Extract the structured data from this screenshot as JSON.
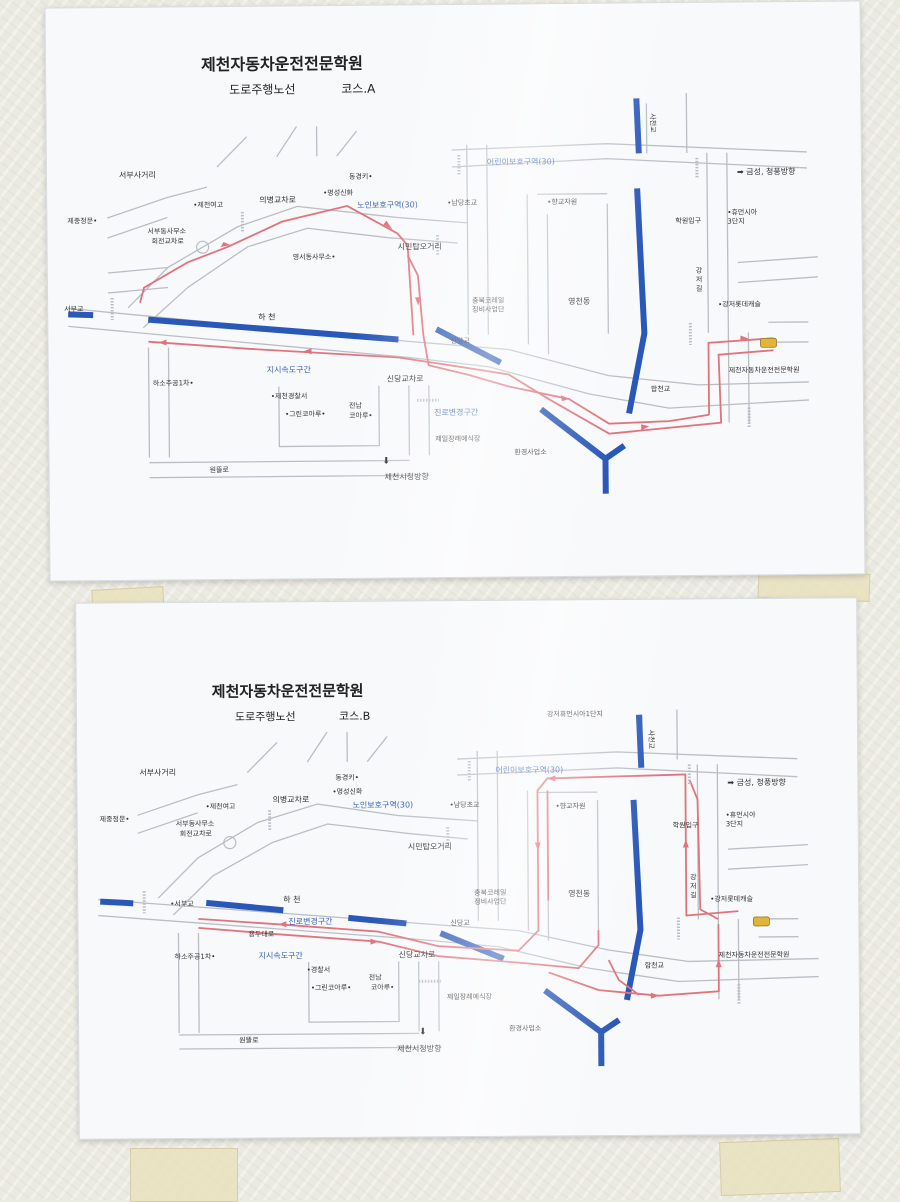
{
  "colors": {
    "road": "#b9bec5",
    "river": "#2a58b8",
    "route": "#e0737c",
    "wall": "#ebeae1",
    "sheet": "#f8f9fb"
  },
  "sheet_a": {
    "title": "제천자동차운전전문학원",
    "subtitle": "도로주행노선",
    "course": "코스.A",
    "labels": {
      "seobu_sageori": "서부사거리",
      "jecheon_yeogo": "•제천여고",
      "seobudong_samuso": "서부동사무소",
      "hoejeon_gyocharo": "회전교차로",
      "jejung_jeongmun": "제중정문•",
      "uibyeong_gyocharo": "의병교차로",
      "donggyeongki": "동경키•",
      "myeongseong_sinhwa": "•명성신화",
      "noin_zone": "노인보호구역(30)",
      "child_zone": "어린이보호구역(30)",
      "namdang_school": "•남당초교",
      "hyanggyo": "•향교자원",
      "sachon_bridge": "사천교",
      "geumseong": "➡ 금성, 청풍방향",
      "hagwon_ipgu": "학원입구",
      "hyumensia": "•휴먼시아\n3단지",
      "yeongseo_office": "영서동사무소•",
      "simin_tap": "시민탑오거리",
      "seobu_bridge": "서부교",
      "hacheon": "하   천",
      "chungbuk_korail": "충북코레일\n정비사업단",
      "yeongcheon": "영천동",
      "gangjeo_gil": "강\n저\n길",
      "gangjeo_lotte": "•강저롯데캐슬",
      "sindang_bridge": "신당교",
      "speed_section": "지시속도구간",
      "sindang_gyocharo": "신당교차로",
      "hasojugong": "하소주공1차•",
      "jecheon_police": "•제천경찰서",
      "green_apt": "•그린코아루•",
      "jeonnam": "전남",
      "coaru": "코아루•",
      "lane_change": "진로변경구간",
      "hapcheon_bridge": "합천교",
      "jecheon_school": "제천자동차운전전문학원",
      "jeil_hall": "제일장례예식장",
      "hwangyeong": "환경사업소",
      "wondeul_ro": "원뜰로",
      "city_hall": "제천시청방향"
    }
  },
  "sheet_b": {
    "title": "제천자동차운전전문학원",
    "subtitle": "도로주행노선",
    "course": "코스.B",
    "labels": {
      "gangjeo_1danji": "강저휴먼시아1단지",
      "seobu_sageori": "서부사거리",
      "jecheon_yeogo": "•제천여고",
      "seobudong_samuso": "서부동사무소",
      "hoejeon_gyocharo": "회전교차로",
      "jejung_jeongmun": "제중정문•",
      "uibyeong_gyocharo": "의병교차로",
      "donggyeongki": "동경키•",
      "myeongseong_sinhwa": "•명성신화",
      "noin_zone": "노인보호구역(30)",
      "child_zone": "어린이보호구역(30)",
      "namdang_school": "•남당초교",
      "hyanggyo": "•향교자원",
      "sachon_bridge": "사천교",
      "geumseong": "➡ 금성, 청풍방향",
      "hagwon_ipgu": "학원입구",
      "hyumensia": "•휴먼시아\n3단지",
      "simin_tap": "시민탑오거리",
      "seobu_bridge": "•서부교",
      "hacheon": "하   천",
      "lane_change_top": "진로변경구간",
      "chungbuk_korail": "충북코레일\n정비사업단",
      "yeongcheon": "영천동",
      "gangjeo_gil": "강\n저\n길",
      "gangjeo_lotte": "•강저롯데캐슬",
      "yongdu_daero": "용두대로",
      "sindang_bridge": "신당교",
      "hasojugong": "하소주공1차•",
      "speed_section": "지시속도구간",
      "sindang_gyocharo": "신당교차로",
      "jecheon_police": "•경찰서",
      "green_apt": "•그린코아루•",
      "jeonnam": "전남",
      "coaru": "코아루•",
      "hapcheon_bridge": "합천교",
      "jecheon_school": "제천자동차운전전문학원",
      "jeil_hall": "제일장례예식장",
      "hwangyeong": "환경사업소",
      "wondeul_ro": "원뜰로",
      "city_hall": "제천시청방향"
    }
  }
}
